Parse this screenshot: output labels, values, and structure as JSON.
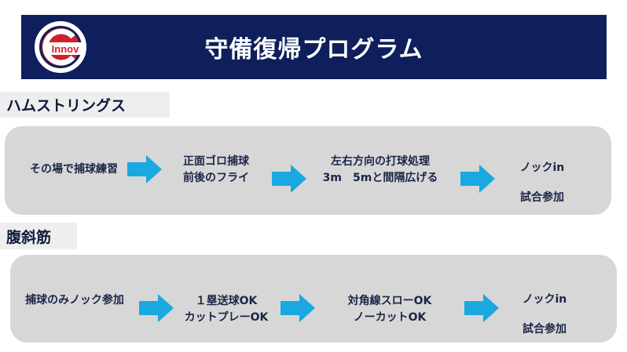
{
  "header": {
    "title": "守備復帰プログラム",
    "logo_text": "Innov"
  },
  "colors": {
    "banner": "#0f1f5c",
    "logo_red": "#d0202b",
    "arrow": "#1aa8e0",
    "row_bg": "#d7d7d7",
    "label_bg": "#eeeeee"
  },
  "sections": [
    {
      "label": "ハムストリングス",
      "steps": [
        {
          "lines": [
            "その場で捕球練習"
          ]
        },
        {
          "lines": [
            "正面ゴロ捕球",
            "前後のフライ"
          ]
        },
        {
          "lines": [
            "左右方向の打球処理",
            "3m　5mと間隔広げる"
          ]
        },
        {
          "lines": [
            "ノックin",
            "試合参加"
          ]
        }
      ]
    },
    {
      "label": "腹斜筋",
      "steps": [
        {
          "lines": [
            "捕球のみノック参加"
          ]
        },
        {
          "lines": [
            "１塁送球OK",
            "カットプレーOK"
          ]
        },
        {
          "lines": [
            "対角線スローOK",
            "ノーカットOK"
          ]
        },
        {
          "lines": [
            "ノックin",
            "試合参加"
          ]
        }
      ]
    }
  ]
}
